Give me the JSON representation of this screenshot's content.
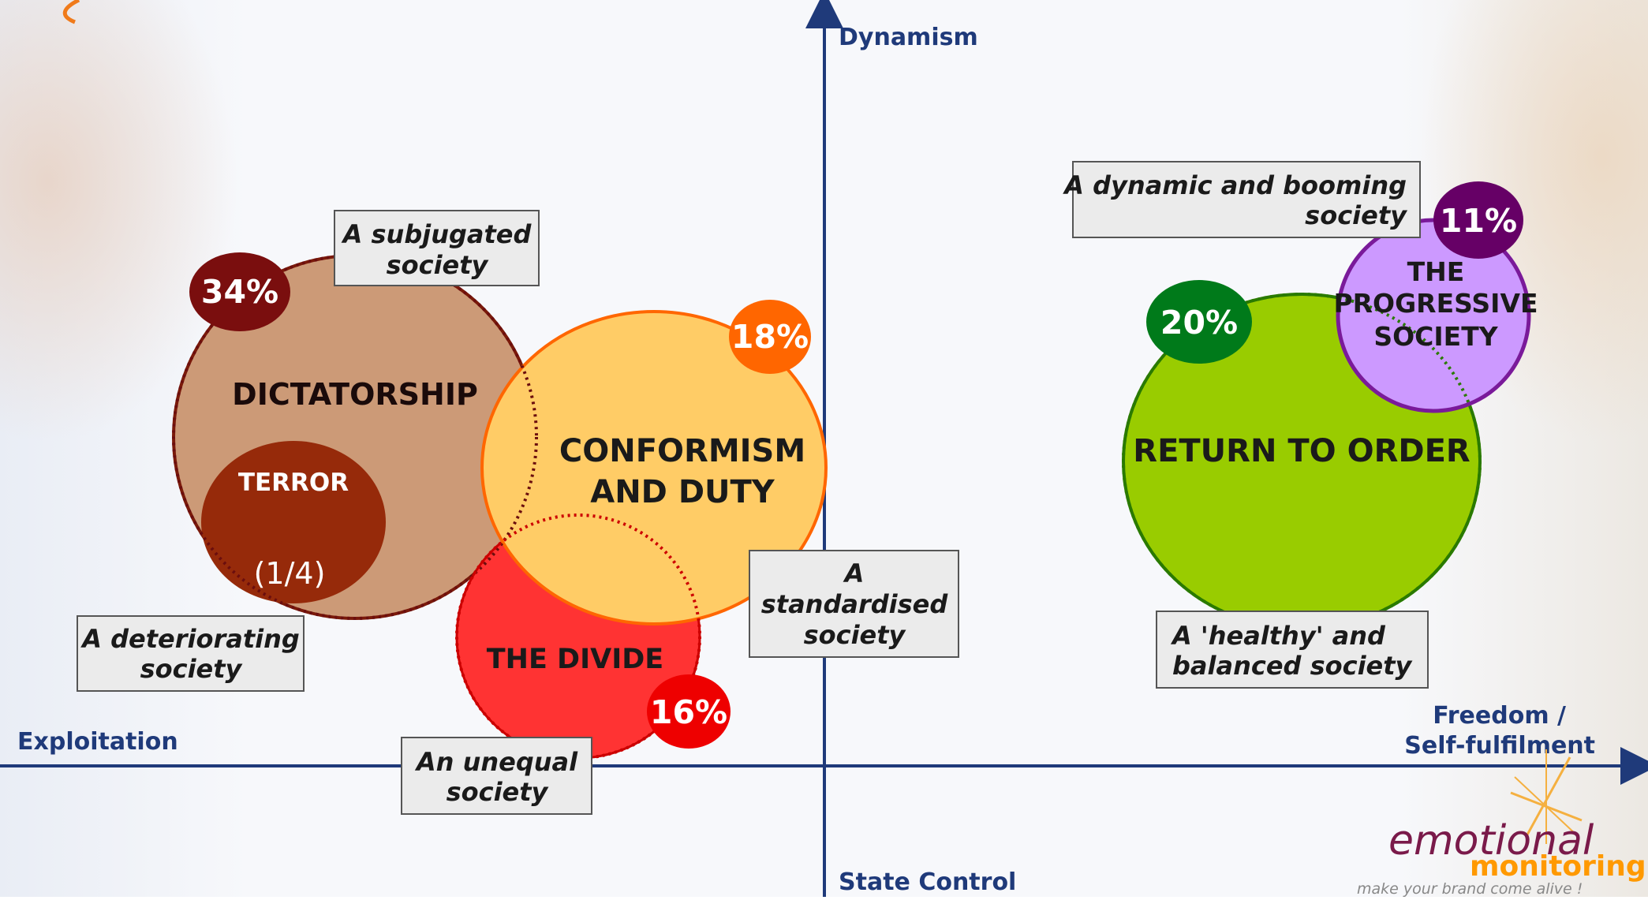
{
  "axes": {
    "top": "Dynamism",
    "bottom": "State Control",
    "left": "Exploitation",
    "right_line1": "Freedom /",
    "right_line2": "Self-fulfilment"
  },
  "segments": {
    "dictatorship": {
      "title": "DICTATORSHIP",
      "percent": "34%"
    },
    "terror": {
      "title": "TERROR",
      "fraction": "(1/4)"
    },
    "conformism": {
      "title_line1": "CONFORMISM",
      "title_line2": "AND DUTY",
      "percent": "18%"
    },
    "divide": {
      "title": "THE DIVIDE",
      "percent": "16%"
    },
    "return_to_order": {
      "title": "RETURN TO ORDER",
      "percent": "20%"
    },
    "progressive": {
      "title_line1": "THE",
      "title_line2": "PROGRESSIVE",
      "title_line3": "SOCIETY",
      "percent": "11%"
    }
  },
  "labels": {
    "subjugated": [
      "A subjugated",
      "society"
    ],
    "deteriorating": [
      "A deteriorating",
      "society"
    ],
    "unequal": [
      "An unequal",
      "society"
    ],
    "standardised": [
      "A",
      "standardised",
      "society"
    ],
    "dynamic": [
      "A dynamic and booming",
      "society"
    ],
    "healthy": [
      "A 'healthy' and",
      "balanced society"
    ]
  },
  "logo": {
    "line1": "emotional",
    "line2": "monitoring",
    "tagline": "make your brand come alive !"
  },
  "colors": {
    "axis": "#1f3a7a",
    "dictatorship": "#cc9a77",
    "terror": "#962a0a",
    "conformism": "#ffcc66",
    "divide": "#ff3333",
    "return_to_order": "#99cc00",
    "progressive": "#cc99ff"
  }
}
